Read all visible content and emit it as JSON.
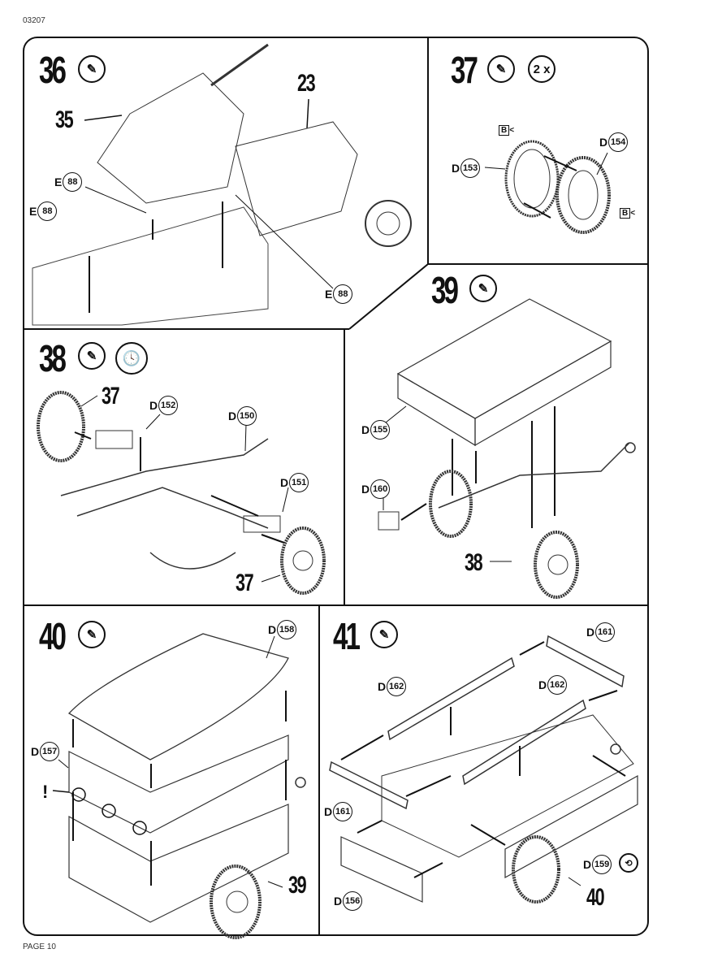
{
  "document": {
    "code": "03207",
    "page_label": "PAGE 10"
  },
  "steps": [
    {
      "number": "36",
      "icons": [
        "glue-icon"
      ],
      "labels": {
        "ref_35": "35",
        "ref_23": "23",
        "part_e88": {
          "letter": "E",
          "num": "88"
        }
      }
    },
    {
      "number": "37",
      "icons": [
        "glue-icon"
      ],
      "count": "2 x",
      "labels": {
        "part_d153": {
          "letter": "D",
          "num": "153"
        },
        "part_d154": {
          "letter": "D",
          "num": "154"
        },
        "flag": "B"
      }
    },
    {
      "number": "38",
      "icons": [
        "glue-icon",
        "clock-drying-icon"
      ],
      "labels": {
        "ref_37": "37",
        "part_d152": {
          "letter": "D",
          "num": "152"
        },
        "part_d150": {
          "letter": "D",
          "num": "150"
        },
        "part_d151": {
          "letter": "D",
          "num": "151"
        }
      }
    },
    {
      "number": "39",
      "icons": [
        "glue-icon"
      ],
      "labels": {
        "part_d155": {
          "letter": "D",
          "num": "155"
        },
        "part_d160": {
          "letter": "D",
          "num": "160"
        },
        "ref_38": "38"
      }
    },
    {
      "number": "40",
      "icons": [
        "glue-icon"
      ],
      "labels": {
        "part_d158": {
          "letter": "D",
          "num": "158"
        },
        "part_d157": {
          "letter": "D",
          "num": "157"
        },
        "attention": "!",
        "ref_39": "39"
      }
    },
    {
      "number": "41",
      "icons": [
        "glue-icon"
      ],
      "labels": {
        "part_d161": {
          "letter": "D",
          "num": "161"
        },
        "part_d162": {
          "letter": "D",
          "num": "162"
        },
        "part_d156": {
          "letter": "D",
          "num": "156"
        },
        "part_d159": {
          "letter": "D",
          "num": "159"
        },
        "ref_40": "40"
      }
    }
  ]
}
